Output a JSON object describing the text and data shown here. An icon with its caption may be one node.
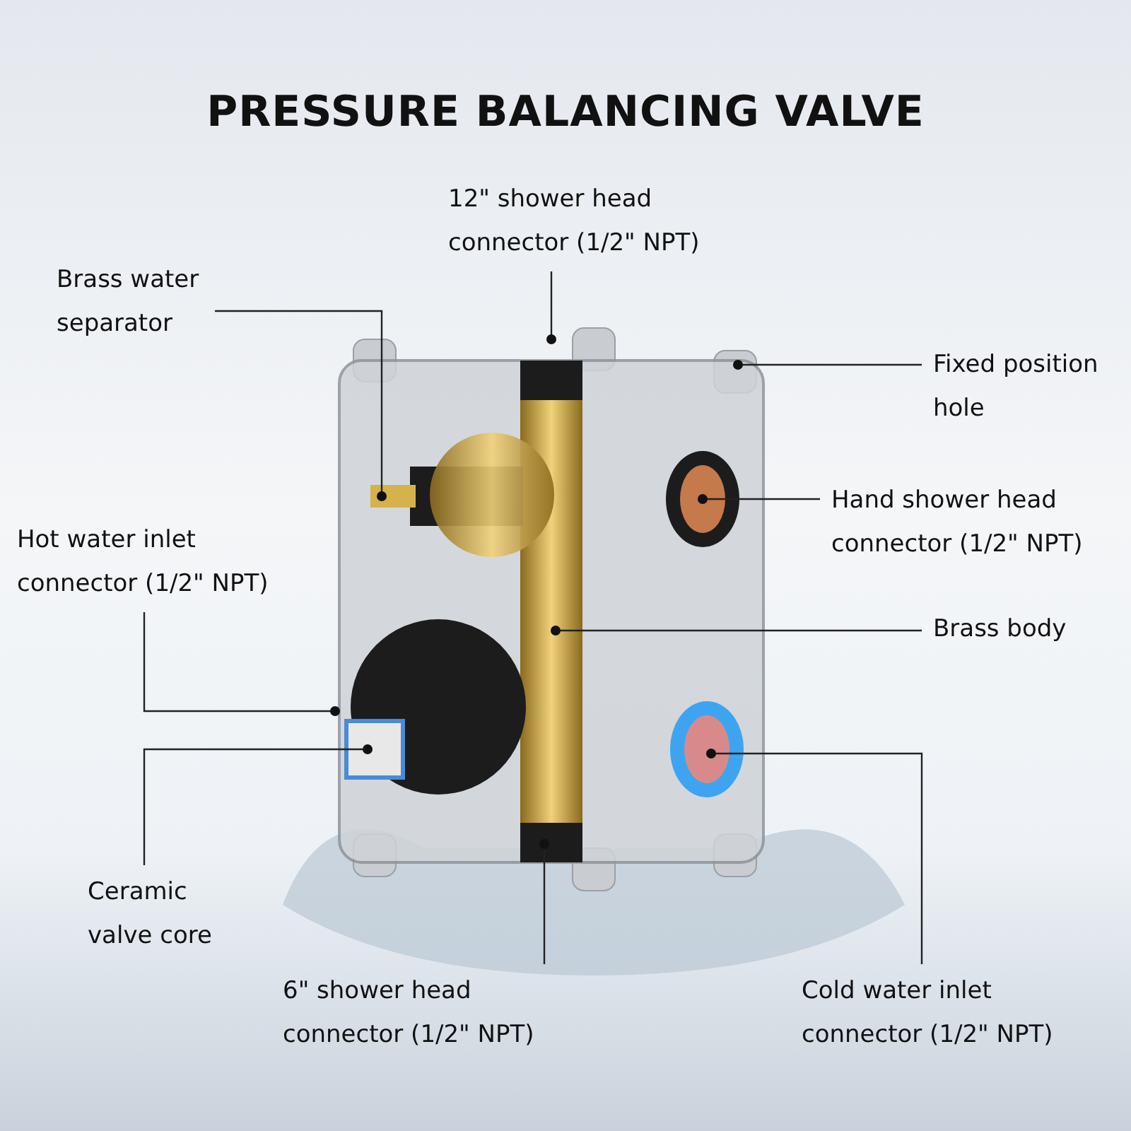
{
  "diagram": {
    "title": "PRESSURE BALANCING VALVE",
    "nodes": [
      {
        "text": [
          "12\" shower head connector (1/2\" NPT)"
        ]
      },
      {
        "text": [
          "Brass water separator"
        ]
      },
      {
        "text": [
          "Fixed position hole"
        ]
      },
      {
        "text": [
          "Hand shower head connector (1/2\" NPT)"
        ]
      },
      {
        "text": [
          "Hot water inlet connector (1/2\" NPT)"
        ]
      },
      {
        "text": [
          "Brass body"
        ]
      },
      {
        "text": [
          "Ceramic valve core"
        ]
      },
      {
        "text": [
          "6\" shower head connector (1/2\" NPT)"
        ]
      },
      {
        "text": [
          "Cold water inlet connector (1/2\" NPT)"
        ]
      }
    ],
    "edges": [
      {
        "from": 0,
        "to": null,
        "arrow": "other"
      },
      {
        "from": 1,
        "to": null,
        "arrow": "other"
      },
      {
        "from": 2,
        "to": null,
        "arrow": "other"
      },
      {
        "from": 3,
        "to": null,
        "arrow": "other"
      },
      {
        "from": 4,
        "to": null,
        "arrow": "other"
      },
      {
        "from": 5,
        "to": null,
        "arrow": "other"
      },
      {
        "from": 6,
        "to": null,
        "arrow": "other"
      },
      {
        "from": 7,
        "to": null,
        "arrow": "other"
      },
      {
        "from": 8,
        "to": null,
        "arrow": "other"
      }
    ]
  }
}
